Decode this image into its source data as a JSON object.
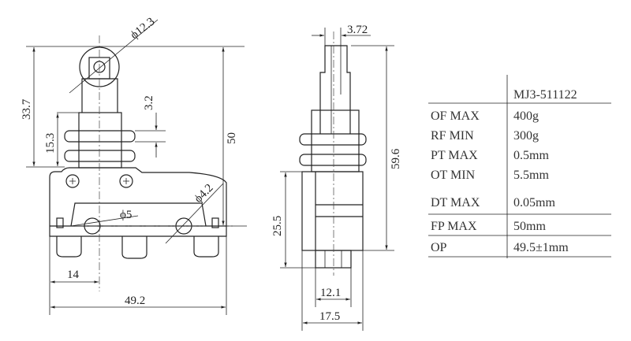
{
  "front_view": {
    "dims": {
      "roller_dia": "ϕ12.3",
      "height_337": "33.7",
      "height_153": "15.3",
      "nut_32": "3.2",
      "height_50": "50",
      "hole_5": "ϕ5",
      "hole_42": "ϕ4.2",
      "width_14": "14",
      "width_492": "49.2"
    }
  },
  "side_view": {
    "dims": {
      "width_372": "3.72",
      "height_596": "59.6",
      "height_255": "25.5",
      "width_121": "12.1",
      "width_175": "17.5"
    }
  },
  "spec_table": {
    "model": "MJ3-511122",
    "rows": [
      {
        "label": "OF MAX",
        "value": "400g"
      },
      {
        "label": "RF MIN",
        "value": "300g"
      },
      {
        "label": "PT MAX",
        "value": "0.5mm"
      },
      {
        "label": "OT MIN",
        "value": "5.5mm"
      },
      {
        "label": "DT MAX",
        "value": "0.05mm"
      },
      {
        "label": "FP MAX",
        "value": "50mm"
      },
      {
        "label": "OP",
        "value": "49.5±1mm"
      }
    ]
  }
}
